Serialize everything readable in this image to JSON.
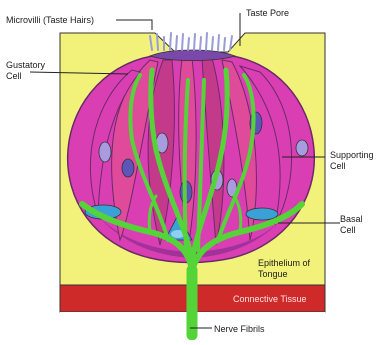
{
  "labels": {
    "microvilli": "Microvilli (Taste Hairs)",
    "taste_pore": "Taste Pore",
    "gustatory_line1": "Gustatory",
    "gustatory_line2": "Cell",
    "supporting_line1": "Supporting",
    "supporting_line2": "Cell",
    "basal_line1": "Basal",
    "basal_line2": "Cell",
    "epithelium_line1": "Epithelium of",
    "epithelium_line2": "Tongue",
    "connective": "Connective Tissue",
    "nerve": "Nerve Fibrils"
  },
  "colors": {
    "epithelium": "#f2f27a",
    "connective_tissue": "#cf2a2a",
    "bud_outline": "#6a2a6a",
    "gustatory_cell": "#e04a9a",
    "supporting_cell": "#d93fb2",
    "nucleus": "#5b56b8",
    "nucleus_light": "#a99be0",
    "basal_cell": "#3aa0d6",
    "nerve": "#55d43a",
    "microvilli": "#9b9bd8"
  }
}
